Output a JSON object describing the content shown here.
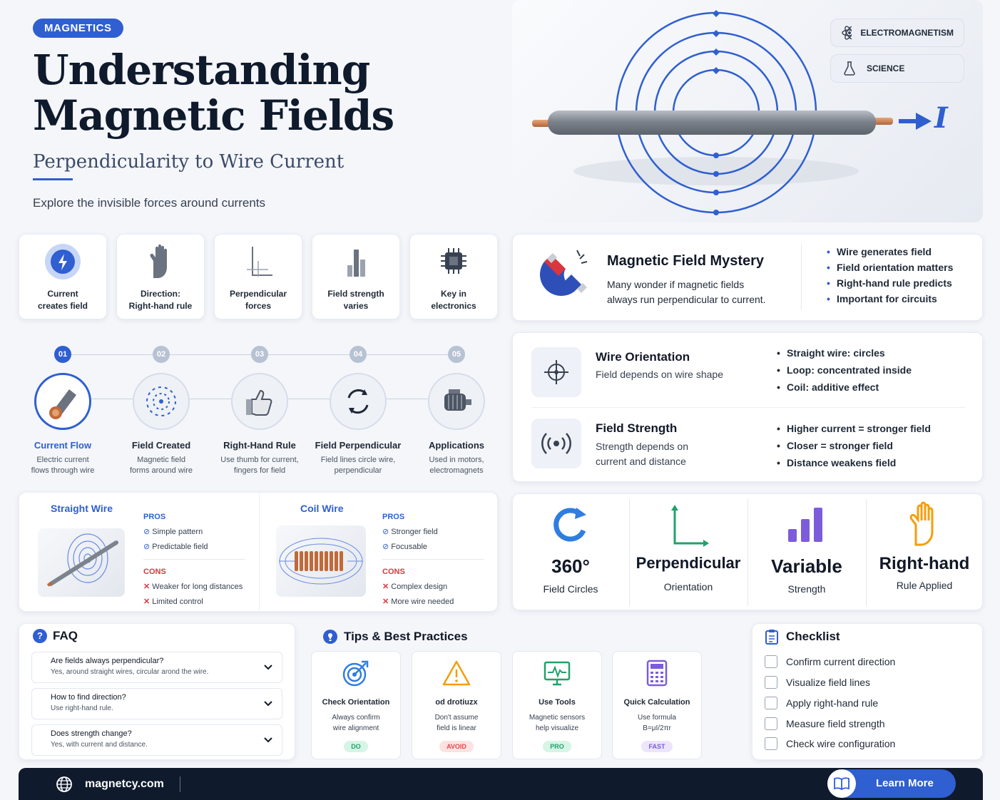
{
  "header": {
    "tag": "MAGNETICS",
    "title_line1": "Understanding",
    "title_line2": "Magnetic Fields",
    "subtitle": "Perpendicularity to Wire Current",
    "lead": "Explore the invisible forces around currents"
  },
  "hero": {
    "pills": [
      {
        "label": "ELECTROMAGNETISM",
        "icon": "atom-icon"
      },
      {
        "label": "SCIENCE",
        "icon": "flask-icon"
      }
    ],
    "current_label": "I"
  },
  "features": [
    {
      "line1": "Current",
      "line2": "creates field",
      "icon": "bolt-icon"
    },
    {
      "line1": "Direction:",
      "line2": "Right-hand rule",
      "icon": "hand-icon"
    },
    {
      "line1": "Perpendicular",
      "line2": "forces",
      "icon": "axes-icon"
    },
    {
      "line1": "Field strength",
      "line2": "varies",
      "icon": "bars-icon"
    },
    {
      "line1": "Key in",
      "line2": "electronics",
      "icon": "chip-icon"
    }
  ],
  "mystery": {
    "title": "Magnetic Field Mystery",
    "text1": "Many wonder if magnetic fields",
    "text2": "always run perpendicular to current.",
    "bullets": [
      "Wire generates field",
      "Field orientation matters",
      "Right-hand rule predicts",
      "Important for circuits"
    ]
  },
  "steps": [
    {
      "num": "01",
      "title": "Current Flow",
      "d1": "Electric current",
      "d2": "flows through wire"
    },
    {
      "num": "02",
      "title": "Field Created",
      "d1": "Magnetic field",
      "d2": "forms around wire"
    },
    {
      "num": "03",
      "title": "Right-Hand Rule",
      "d1": "Use thumb for current,",
      "d2": "fingers for field"
    },
    {
      "num": "04",
      "title": "Field Perpendicular",
      "d1": "Field lines circle wire,",
      "d2": "perpendicular"
    },
    {
      "num": "05",
      "title": "Applications",
      "d1": "Used in motors,",
      "d2": "electromagnets"
    }
  ],
  "orientation": {
    "title": "Wire Orientation",
    "desc": "Field depends on wire shape",
    "bullets": [
      "Straight wire: circles",
      "Loop: concentrated inside",
      "Coil: additive effect"
    ]
  },
  "strength": {
    "title": "Field Strength",
    "desc1": "Strength depends on",
    "desc2": "current and distance",
    "bullets": [
      "Higher current = stronger field",
      "Closer = stronger field",
      "Distance weakens field"
    ]
  },
  "compare": [
    {
      "title": "Straight Wire",
      "pros_label": "PROS",
      "pros": [
        "Simple pattern",
        "Predictable field"
      ],
      "cons_label": "CONS",
      "cons": [
        "Weaker for long distances",
        "Limited control"
      ]
    },
    {
      "title": "Coil Wire",
      "pros_label": "PROS",
      "pros": [
        "Stronger field",
        "Focusable"
      ],
      "cons_label": "CONS",
      "cons": [
        "Complex design",
        "More wire needed"
      ]
    }
  ],
  "stats": [
    {
      "big": "360°",
      "small": "Field Circles",
      "icon": "rotate-icon"
    },
    {
      "big": "Perpendicular",
      "small": "Orientation",
      "icon": "axes-icon"
    },
    {
      "big": "Variable",
      "small": "Strength",
      "icon": "bars-icon"
    },
    {
      "big": "Right-hand",
      "small": "Rule Applied",
      "icon": "hand-icon"
    }
  ],
  "faq": {
    "title": "FAQ",
    "items": [
      {
        "q": "Are fields always perpendicular?",
        "a": "Yes, around straight wires, circular arond the wire."
      },
      {
        "q": "How to find direction?",
        "a": "Use right-hand rule."
      },
      {
        "q": "Does strength change?",
        "a": "Yes, with current and distance."
      }
    ]
  },
  "tips": {
    "title": "Tips & Best Practices",
    "items": [
      {
        "title": "Check Orientation",
        "d1": "Always confirm",
        "d2": "wire alignment",
        "badge": "DO",
        "color": "#22a06b"
      },
      {
        "title": "od drotiuzx",
        "d1": "Don't assume",
        "d2": "field is linear",
        "badge": "AVOID",
        "color": "#e5484d"
      },
      {
        "title": "Use Tools",
        "d1": "Magnetic sensors",
        "d2": "help visualize",
        "badge": "PRO",
        "color": "#22a06b"
      },
      {
        "title": "Quick Calculation",
        "d1": "Use formula",
        "d2": "B=μI/2πr",
        "badge": "FAST",
        "color": "#7c5cdb"
      }
    ]
  },
  "checklist": {
    "title": "Checklist",
    "items": [
      "Confirm current direction",
      "Visualize field lines",
      "Apply right-hand rule",
      "Measure field strength",
      "Check wire configuration"
    ]
  },
  "footer": {
    "site": "magnetcy.com",
    "cta": "Learn More"
  }
}
